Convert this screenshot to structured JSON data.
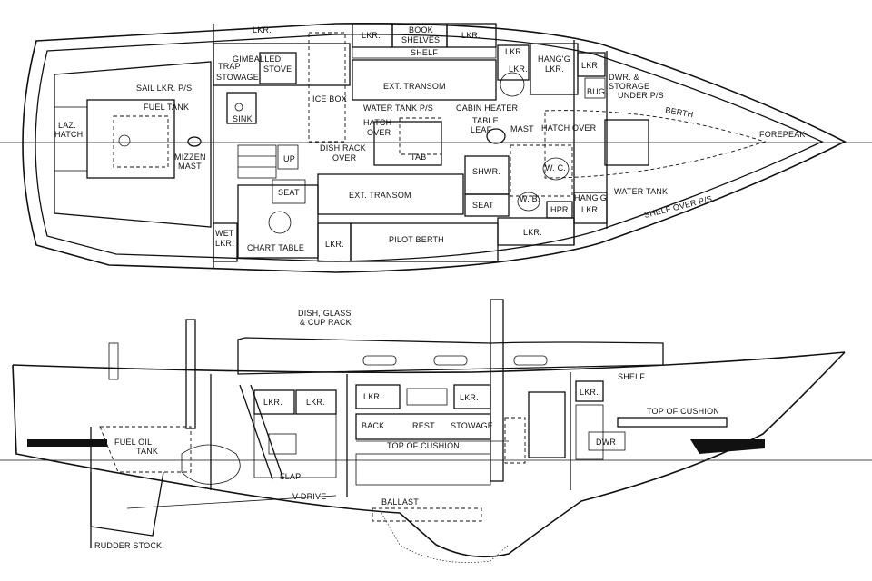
{
  "plan": {
    "laz_hatch": [
      "LAZ.",
      "HATCH"
    ],
    "sail_lkr": "SAIL LKR. P/S",
    "fuel_tank": "FUEL TANK",
    "mizzen_mast": [
      "MIZZEN",
      "MAST"
    ],
    "trap_stowage": [
      "TRAP",
      "STOWAGE"
    ],
    "gimballed_stove": [
      "GIMBALLED",
      "STOVE"
    ],
    "sink": "SINK",
    "ice_box": "ICE BOX",
    "up": "UP",
    "dish_rack": [
      "DISH RACK",
      "OVER"
    ],
    "seat_aft": "SEAT",
    "wet_lkr": [
      "WET",
      "LKR."
    ],
    "chart_table": "CHART TABLE",
    "lkr_top_aft": "LKR.",
    "lkr_book1": "LKR.",
    "book_shelves": [
      "BOOK",
      "SHELVES"
    ],
    "lkr_book2": "LKR.",
    "shelf": "SHELF",
    "ext_transom_upper": "EXT. TRANSOM",
    "water_tank_ps": "WATER TANK P/S",
    "hatch_over_main": [
      "HATCH",
      "OVER"
    ],
    "cabin_heater": "CABIN HEATER",
    "table_leaf": [
      "TABLE",
      "LEAF"
    ],
    "mast": "MAST",
    "tab": "TAB",
    "ext_transom_lower": "EXT. TRANSOM",
    "lkr_lower": "LKR.",
    "pilot_berth": "PILOT BERTH",
    "lkr_top_fwd": "LKR.",
    "hangg_lkr_top": [
      "HANG'G",
      "LKR."
    ],
    "lkr_top_fwd2": "LKR.",
    "bug": "BUG",
    "dwr_storage": [
      "DWR. &",
      "STORAGE",
      "UNDER P/S"
    ],
    "berth": "BERTH",
    "hatch_over_fwd": "HATCH OVER",
    "shwr": "SHWR.",
    "wc": "W. C.",
    "wb": "W. B.",
    "hpr": "HPR.",
    "seat_head": "SEAT",
    "hangg_lower": "HANG'G",
    "lkr_hangg": "LKR.",
    "lkr_head": "LKR.",
    "water_tank": "WATER TANK",
    "shelf_over": "SHELF OVER P/S",
    "forepeak": "FOREPEAK"
  },
  "profile": {
    "dish_glass": [
      "DISH, GLASS",
      "& CUP RACK"
    ],
    "lkr_galley1": "LKR.",
    "lkr_galley2": "LKR.",
    "lkr_saloon1": "LKR.",
    "lkr_saloon2": "LKR.",
    "back": "BACK",
    "rest": "REST",
    "stowage": "STOWAGE",
    "top_of_cushion_main": "TOP OF CUSHION",
    "shelf": "SHELF",
    "lkr_fwd": "LKR.",
    "top_of_cushion_fwd": "TOP OF CUSHION",
    "dwr": "DWR",
    "fuel_oil_tank": [
      "FUEL OIL",
      "TANK"
    ],
    "flap": "FLAP",
    "v_drive": "V-DRIVE",
    "ballast": "BALLAST",
    "rudder_stock": "RUDDER STOCK"
  }
}
